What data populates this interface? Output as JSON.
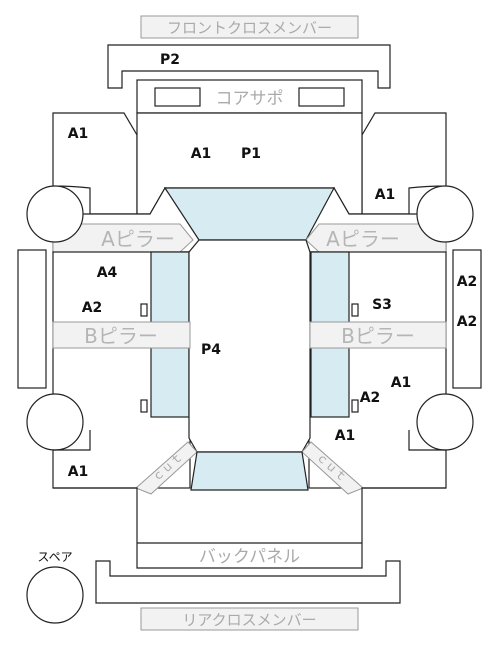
{
  "labels": {
    "front_cross_member": "フロントクロスメンバー",
    "core_support": "コアサポ",
    "a_pillar_left": "Aピラー",
    "a_pillar_right": "Aピラー",
    "b_pillar_left": "Bピラー",
    "b_pillar_right": "Bピラー",
    "cut_left": "ｃｕｔ",
    "cut_right": "ｃｕｔ",
    "back_panel": "バックパネル",
    "rear_cross_member": "リアクロスメンバー",
    "spare": "スペア"
  },
  "codes": {
    "p2": "P2",
    "a1_front_left": "A1",
    "a1_center": "A1",
    "p1_center": "P1",
    "a1_front_right": "A1",
    "a4": "A4",
    "a2_left": "A2",
    "s3": "S3",
    "a2_far_right_top": "A2",
    "a2_far_right_bottom": "A2",
    "p4": "P4",
    "a1_right_mid": "A1",
    "a2_right_mid": "A2",
    "a1_right_lower": "A1",
    "a1_rear_left": "A1"
  }
}
